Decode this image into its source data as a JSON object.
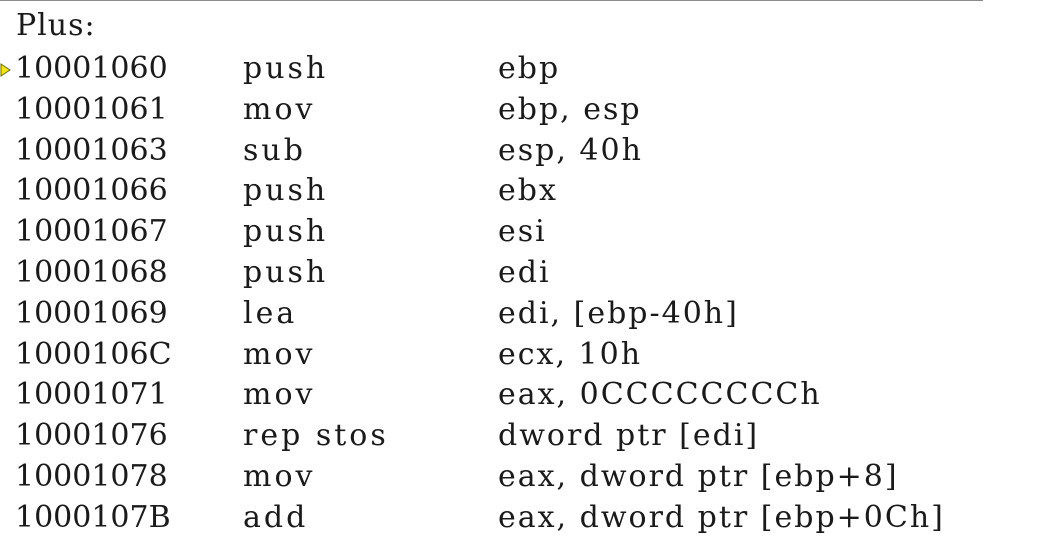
{
  "function_label": "Plus:",
  "current_instruction_index": 0,
  "instructions": [
    {
      "address": "10001060",
      "mnemonic": "push",
      "operands": "ebp"
    },
    {
      "address": "10001061",
      "mnemonic": "mov",
      "operands": "ebp, esp"
    },
    {
      "address": "10001063",
      "mnemonic": "sub",
      "operands": "esp, 40h"
    },
    {
      "address": "10001066",
      "mnemonic": "push",
      "operands": "ebx"
    },
    {
      "address": "10001067",
      "mnemonic": "push",
      "operands": "esi"
    },
    {
      "address": "10001068",
      "mnemonic": "push",
      "operands": "edi"
    },
    {
      "address": "10001069",
      "mnemonic": "lea",
      "operands": "edi, [ebp-40h]"
    },
    {
      "address": "1000106C",
      "mnemonic": "mov",
      "operands": "ecx, 10h"
    },
    {
      "address": "10001071",
      "mnemonic": "mov",
      "operands": "eax, 0CCCCCCCCh"
    },
    {
      "address": "10001076",
      "mnemonic": "rep stos",
      "operands": "dword ptr [edi]"
    },
    {
      "address": "10001078",
      "mnemonic": "mov",
      "operands": "eax, dword ptr [ebp+8]"
    },
    {
      "address": "1000107B",
      "mnemonic": "add",
      "operands": "eax, dword ptr [ebp+0Ch]"
    }
  ],
  "colors": {
    "text": "#1a1a1a",
    "background": "#ffffff",
    "instruction_pointer_fill": "#f2e61a",
    "instruction_pointer_stroke": "#6b6b00"
  },
  "icons": {
    "instruction_pointer": "current-instruction-arrow-icon"
  }
}
